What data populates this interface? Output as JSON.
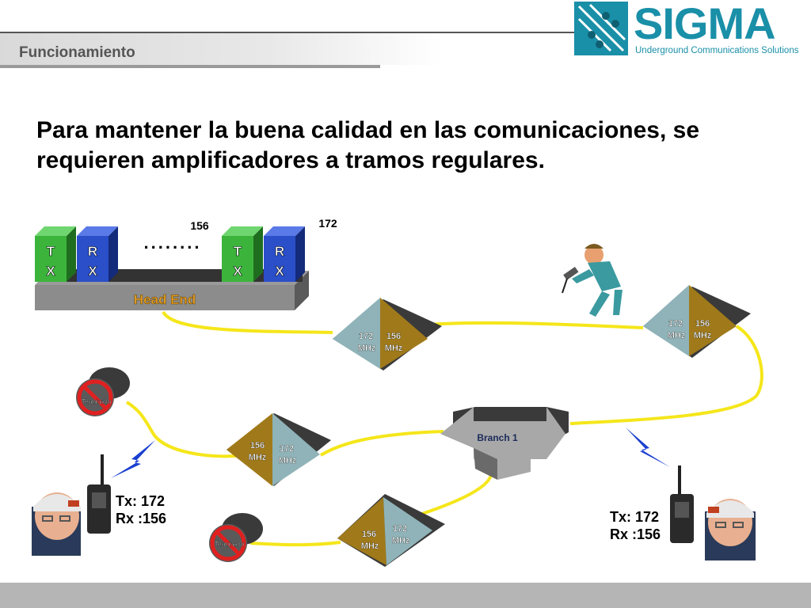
{
  "header": {
    "section": "Funcionamiento",
    "logo_word": "SIGMA",
    "logo_tagline": "Underground Communications Solutions"
  },
  "headline": "Para mantener la buena calidad en las comunicaciones, se requieren amplificadores a tramos regulares.",
  "head_end": {
    "label": "Head End",
    "dots": "........",
    "freq_left": "156",
    "freq_right": "172",
    "modules": [
      {
        "top": "T",
        "bottom": "X",
        "color": "#3cb43c"
      },
      {
        "top": "R",
        "bottom": "X",
        "color": "#2a4fc8"
      },
      {
        "top": "T",
        "bottom": "X",
        "color": "#3cb43c"
      },
      {
        "top": "R",
        "bottom": "X",
        "color": "#2a4fc8"
      }
    ]
  },
  "amplifiers": [
    {
      "left_num": "172",
      "left_unit": "MHz",
      "right_num": "156",
      "right_unit": "MHz"
    },
    {
      "left_num": "172",
      "left_unit": "MHz",
      "right_num": "156",
      "right_unit": "MHz"
    },
    {
      "left_num": "156",
      "left_unit": "MHz",
      "right_num": "172",
      "right_unit": "MHz"
    },
    {
      "left_num": "156",
      "left_unit": "MHz",
      "right_num": "172",
      "right_unit": "MHz"
    }
  ],
  "branch": {
    "label": "Branch 1"
  },
  "terminators": [
    {
      "label": "Terminator"
    },
    {
      "label": "Terminator"
    }
  ],
  "radios": [
    {
      "tx": "Tx: 172",
      "rx": "Rx :156"
    },
    {
      "tx": "Tx: 172",
      "rx": "Rx :156"
    }
  ],
  "colors": {
    "cable": "#f5e61a",
    "amp_left": "#8fb3b8",
    "amp_right": "#a07a1a",
    "amp_top": "#3a3a3a",
    "lightning": "#1a3fd0"
  },
  "icons": [
    "worker-with-drill-icon",
    "miner-face-icon",
    "walkie-talkie-icon",
    "lightning-icon",
    "terminator-icon"
  ]
}
